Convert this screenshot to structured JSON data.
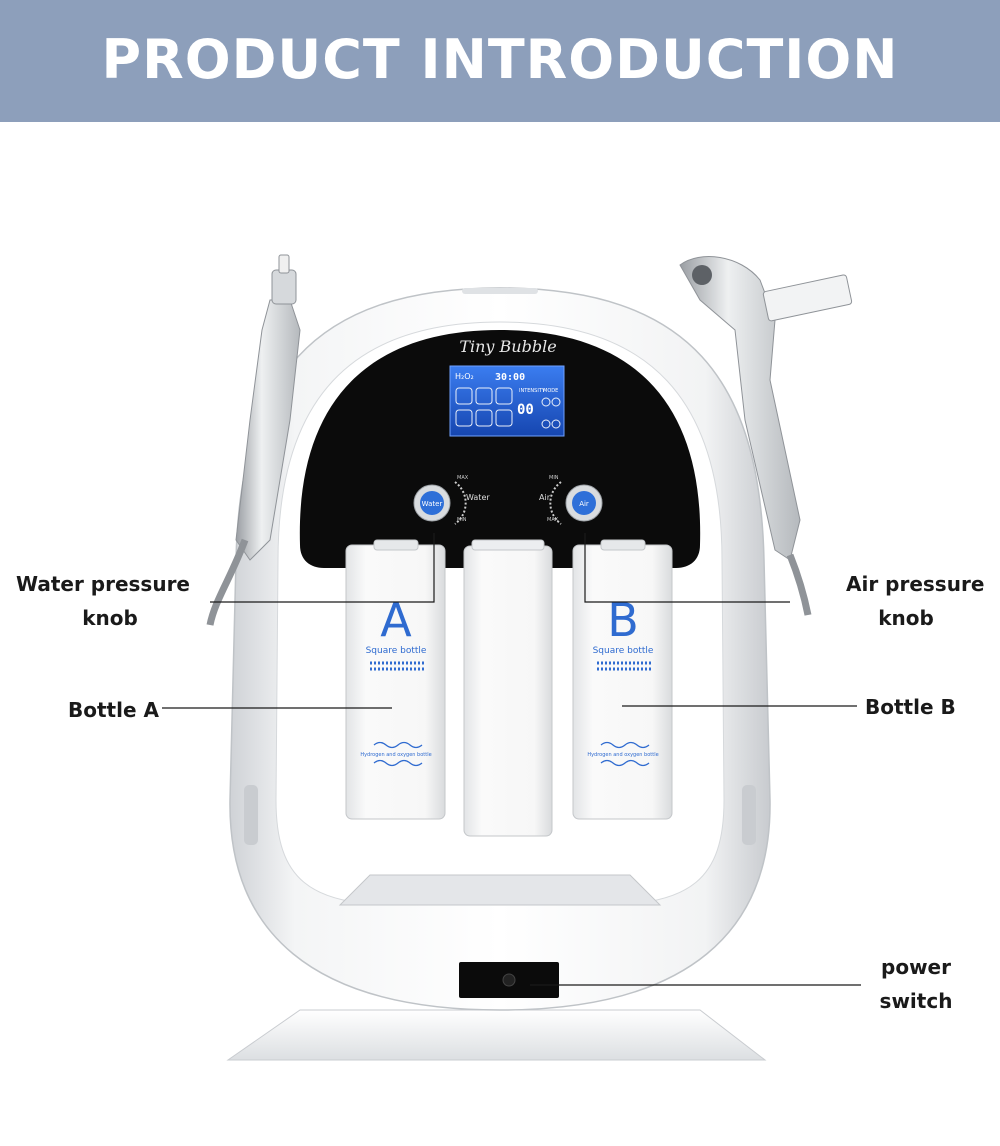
{
  "header": {
    "title": "PRODUCT INTRODUCTION"
  },
  "device": {
    "brand_script": "Tiny Bubble",
    "screen": {
      "mode_label": "H₂O₂",
      "timer": "30:00",
      "counter": "00",
      "intensity_label": "INTENSITY",
      "mode_header": "MODE"
    },
    "water_knob": {
      "cap_label": "Water",
      "side_label": "Water",
      "max": "MAX",
      "min": "MIN"
    },
    "air_knob": {
      "cap_label": "Air",
      "side_label": "Air",
      "max": "MAX",
      "min": "MIN"
    },
    "bottle_a": {
      "letter": "A",
      "caption": "Square bottle",
      "footer": "Hydrogen and oxygen bottle"
    },
    "bottle_b": {
      "letter": "B",
      "caption": "Square bottle",
      "footer": "Hydrogen and oxygen bottle"
    }
  },
  "callouts": {
    "water_knob": {
      "line1": "Water pressure",
      "line2": "knob"
    },
    "air_knob": {
      "line1": "Air pressure",
      "line2": "knob"
    },
    "bottle_a": "Bottle A",
    "bottle_b": "Bottle B",
    "power": {
      "line1": "power",
      "line2": "switch"
    }
  },
  "colors": {
    "banner": "#8d9fbb",
    "bottle_text": "#2f6bd0",
    "screen": "#1a56c8",
    "panel": "#0b0b0b"
  }
}
